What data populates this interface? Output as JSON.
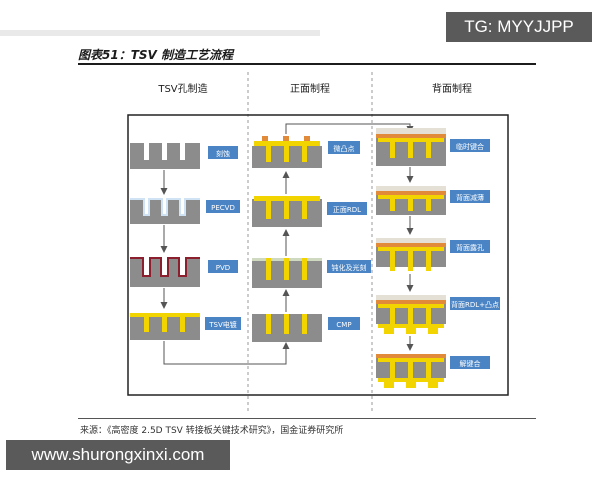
{
  "watermark_top": "TG: MYYJJPP",
  "watermark_bottom": "www.shurongxinxi.com",
  "title": "图表51：TSV 制造工艺流程",
  "columns": [
    "TSV孔制造",
    "正面制程",
    "背面制程"
  ],
  "tsv_steps": [
    "刻蚀",
    "PECVD",
    "PVD",
    "TSV电镀"
  ],
  "front_steps": [
    "微凸点",
    "正面RDL",
    "钝化及光刻",
    "CMP"
  ],
  "back_steps": [
    "临时键合",
    "背面减薄",
    "背面露孔",
    "背面RDL+凸点",
    "解键合"
  ],
  "source": "来源：《高密度 2.5D TSV 转接板关键技术研究》，国金证券研究所",
  "colors": {
    "wafer": "#8c8c8c",
    "copper": "#f2d500",
    "label_box": "#4a84c4",
    "pvd_liner": "#8b1f2e",
    "carrier": "#e08a3a"
  }
}
